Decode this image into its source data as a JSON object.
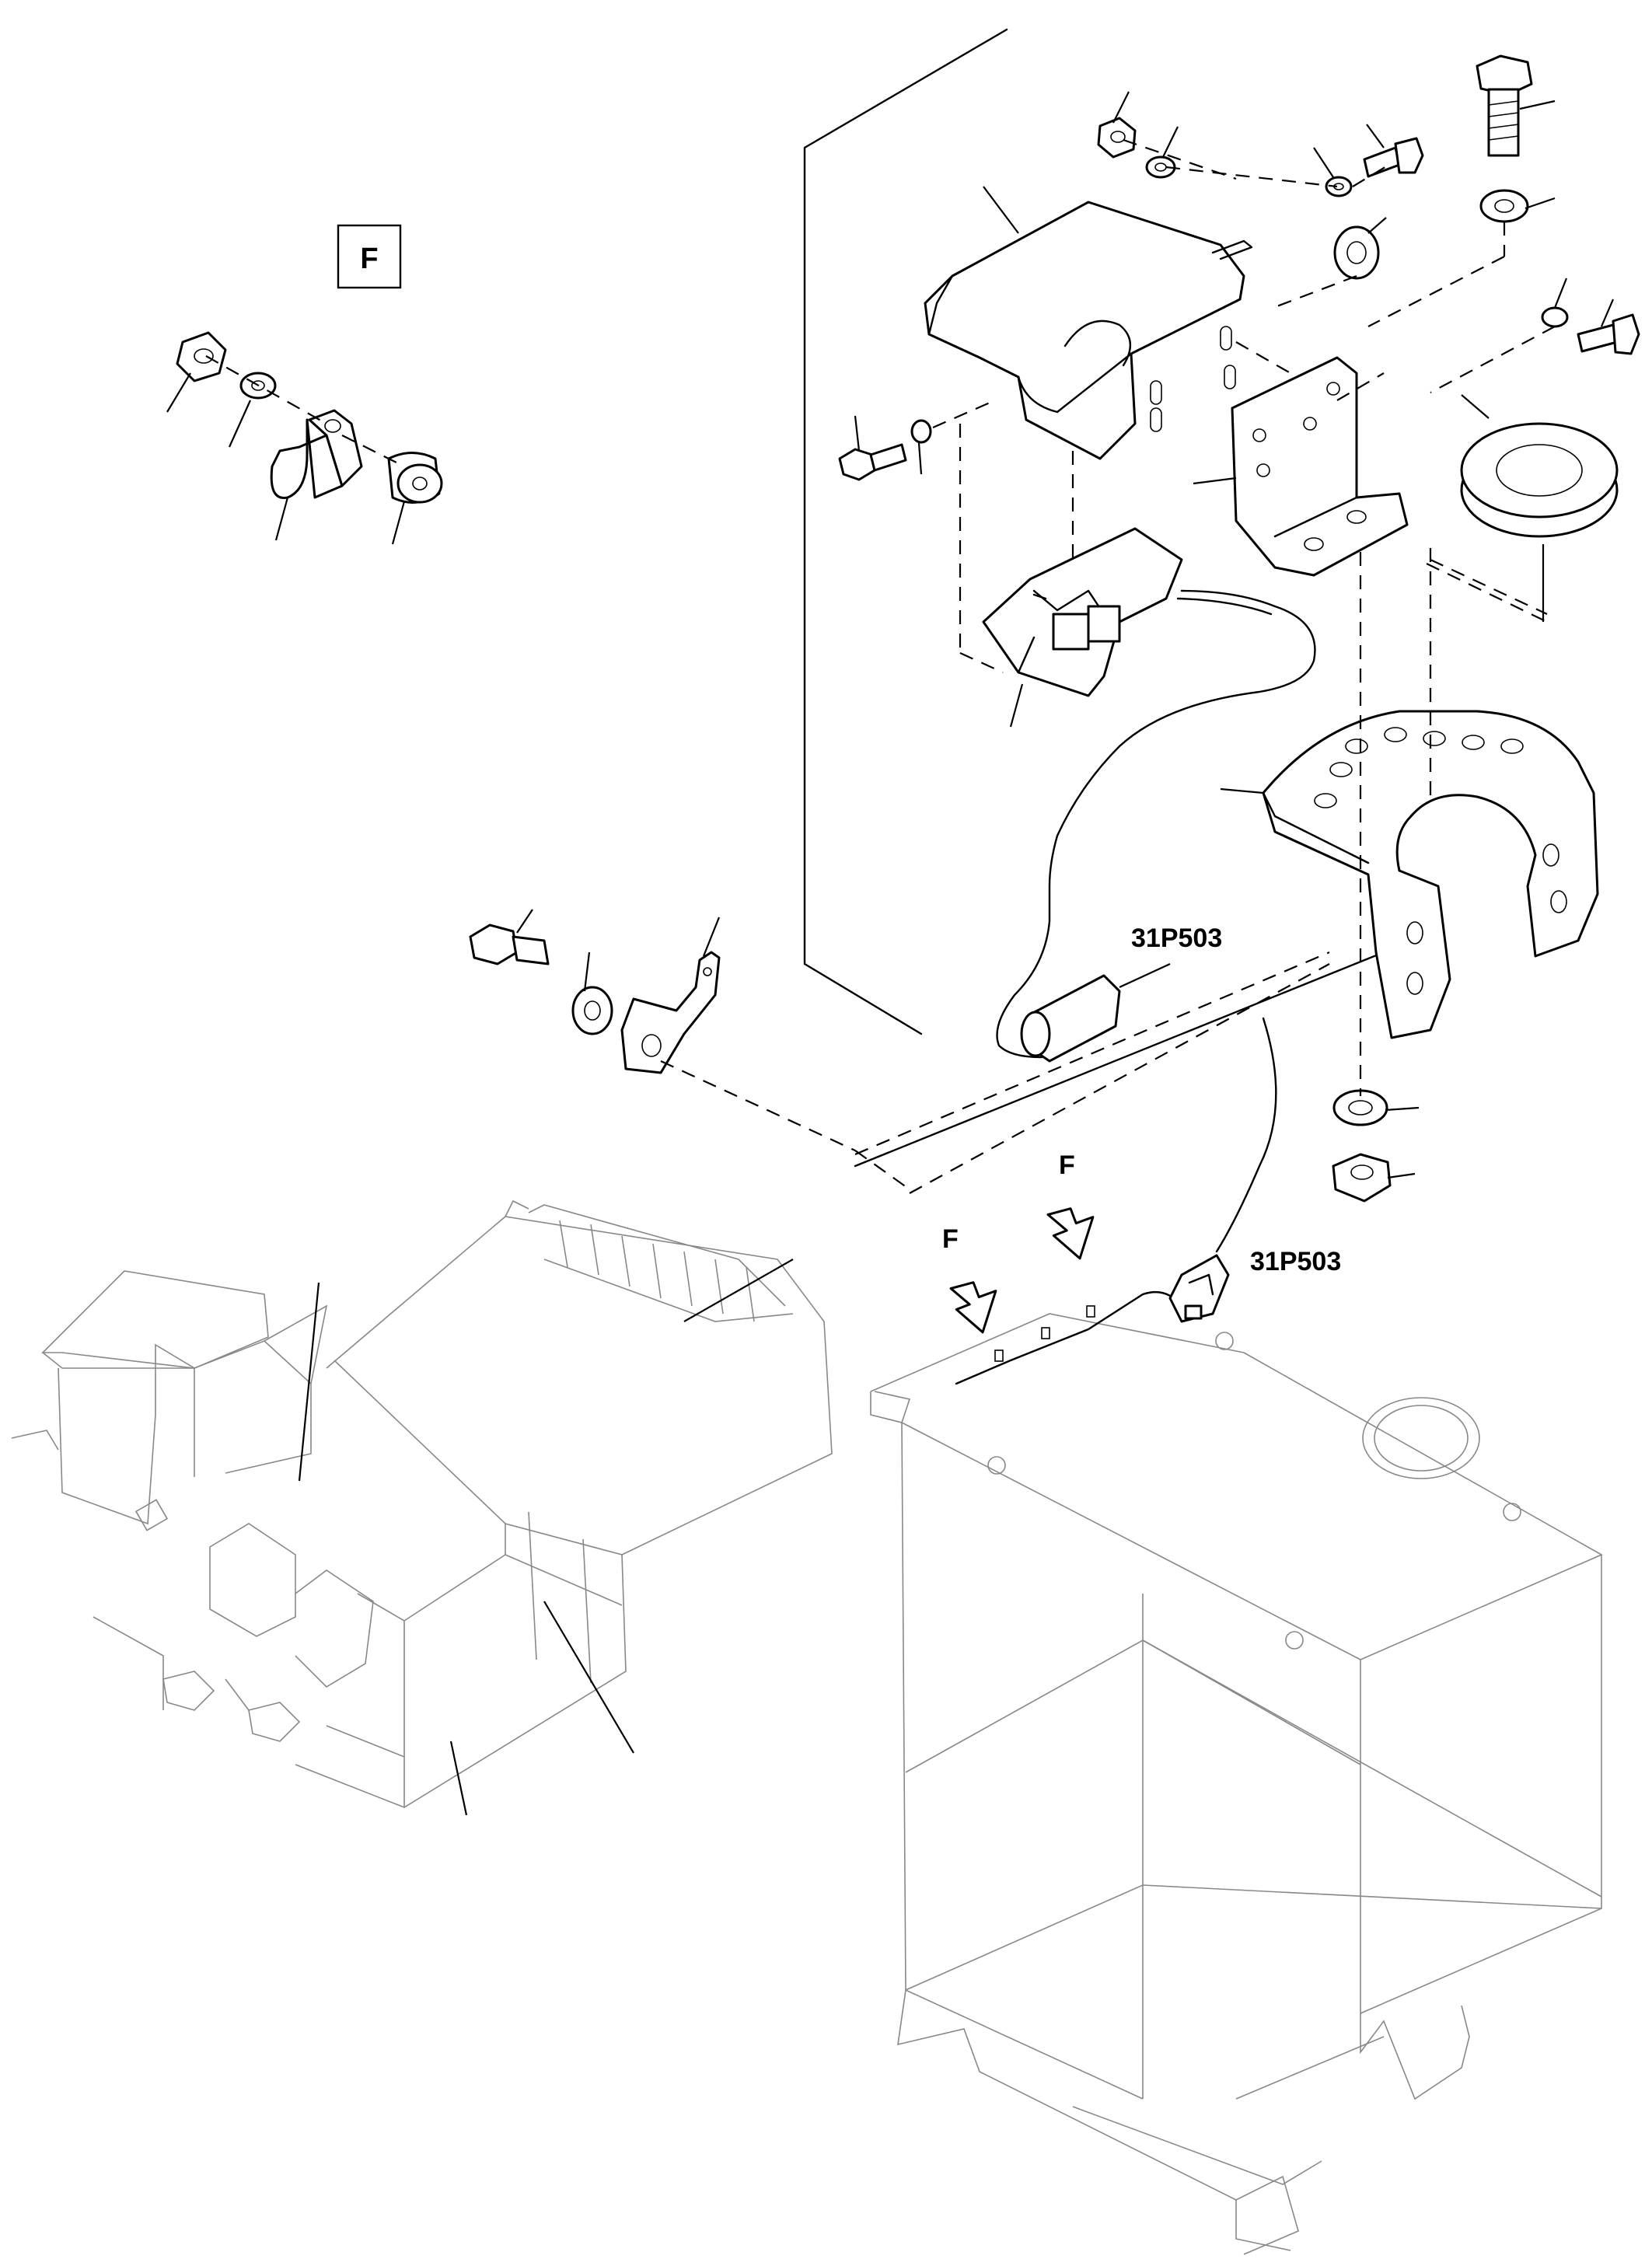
{
  "view_label": "F",
  "arrow_label_1": "F",
  "arrow_label_2": "F",
  "connector_upper": "31P503",
  "connector_lower": "31P503"
}
